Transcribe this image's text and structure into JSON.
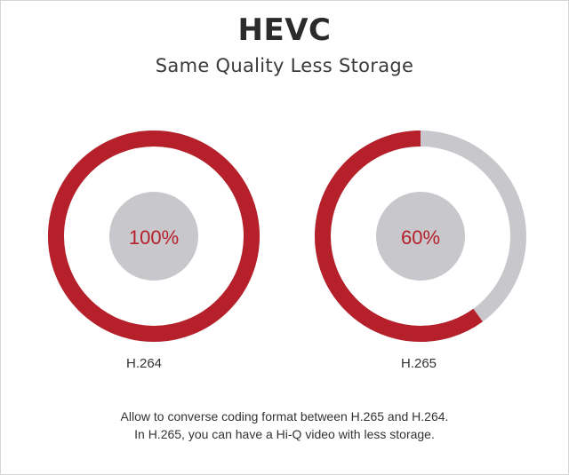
{
  "title": "HEVC",
  "subtitle": "Same Quality Less Storage",
  "colors": {
    "ring_fill": "#b5202a",
    "ring_track": "#c8c8cc",
    "center_disc": "#c8c8cc",
    "value_text": "#b5202a",
    "label_text": "#333333"
  },
  "chart_data": {
    "type": "pie",
    "series": [
      {
        "name": "H.264",
        "value": 100,
        "label": "100%"
      },
      {
        "name": "H.265",
        "value": 60,
        "label": "60%"
      }
    ]
  },
  "caption": {
    "line1": "Allow to converse coding format between H.265 and H.264.",
    "line2": "In H.265, you can have a Hi-Q video with less storage."
  }
}
